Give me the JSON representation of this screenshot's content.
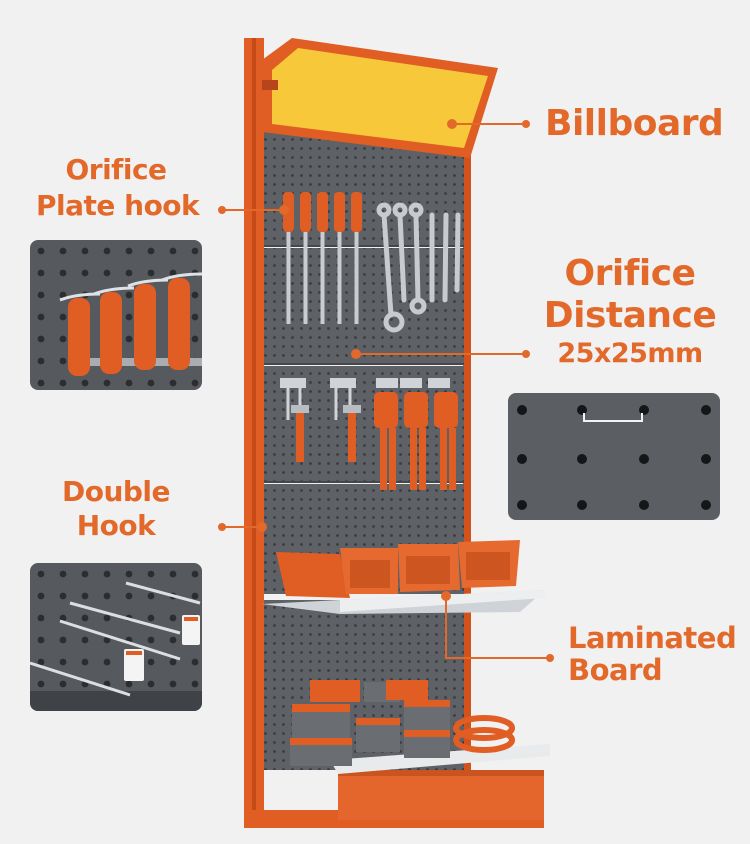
{
  "labels": {
    "billboard": "Billboard",
    "orifice_plate_hook_line1": "Orifice",
    "orifice_plate_hook_line2": "Plate hook",
    "orifice_distance_line1": "Orifice",
    "orifice_distance_line2": "Distance",
    "orifice_distance_value": "25x25mm",
    "double_hook_line1": "Double",
    "double_hook_line2": "Hook",
    "laminated_board_line1": "Laminated",
    "laminated_board_line2": "Board"
  },
  "colors": {
    "accent": "#e2692a",
    "frame": "#e05d24",
    "pegboard": "#5b5e63",
    "billboard": "#f7c93a",
    "background": "#f1f1f1"
  },
  "icons": [
    "screwdriver-icon",
    "wrench-icon",
    "hammer-icon",
    "pliers-icon",
    "storage-bin-icon",
    "toolbox-icon",
    "hook-icon"
  ]
}
